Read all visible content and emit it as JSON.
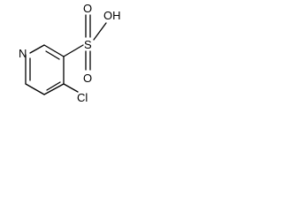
{
  "molecule": {
    "atoms": {
      "nitrogen": "N",
      "sulfur": "S",
      "oxygen_top": "O",
      "oxygen_bottom": "O",
      "hydroxyl": "OH",
      "chlorine": "Cl"
    }
  }
}
